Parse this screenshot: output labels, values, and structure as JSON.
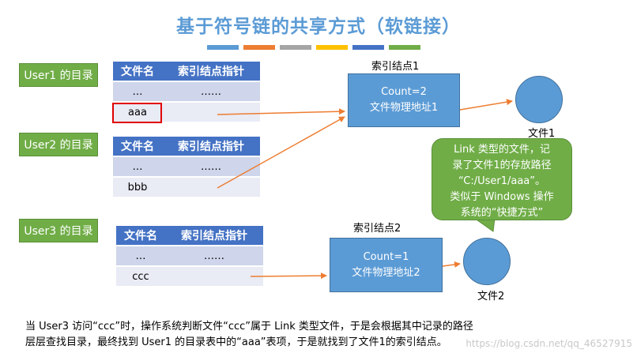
{
  "title": "基于符号链的共享方式（软链接）",
  "title_bar_colors": [
    "#5b9bd5",
    "#ed7d31",
    "#a5a5a5",
    "#ffc000",
    "#4472c4",
    "#70ad47"
  ],
  "users": [
    {
      "label": "User1 的目录",
      "header": [
        "文件名",
        "索引结点指针"
      ],
      "rows": [
        [
          "…",
          "……"
        ],
        [
          "aaa",
          ""
        ]
      ]
    },
    {
      "label": "User2 的目录",
      "header": [
        "文件名",
        "索引结点指针"
      ],
      "rows": [
        [
          "…",
          "……"
        ],
        [
          "bbb",
          ""
        ]
      ]
    },
    {
      "label": "User3 的目录",
      "header": [
        "文件名",
        "索引结点指针"
      ],
      "rows": [
        [
          "…",
          "……"
        ],
        [
          "ccc",
          ""
        ]
      ]
    }
  ],
  "index_nodes": [
    {
      "title": "索引结点1",
      "count": "Count=2",
      "addr": "文件物理地址1"
    },
    {
      "title": "索引结点2",
      "count": "Count=1",
      "addr": "文件物理地址2"
    }
  ],
  "files": [
    "文件1",
    "文件2"
  ],
  "callout": [
    "Link 类型的文件，记",
    "录了文件1的存放路径",
    "“C:/User1/aaa”。",
    "类似于 Windows 操作",
    "系统的“快捷方式”"
  ],
  "caption": [
    "当 User3 访问“ccc”时，操作系统判断文件“ccc”属于 Link 类型文件，于是会根据其中记录的路径",
    "层层查找目录，最终找到 User1 的目录表中的“aaa”表项，于是就找到了文件1的索引结点。"
  ],
  "watermark": "https://blog.csdn.net/qq_46527915",
  "colors": {
    "accent_blue": "#5b9bd5",
    "green": "#70ad47",
    "arrow": "#ed7d31",
    "highlight": "#e00000"
  }
}
